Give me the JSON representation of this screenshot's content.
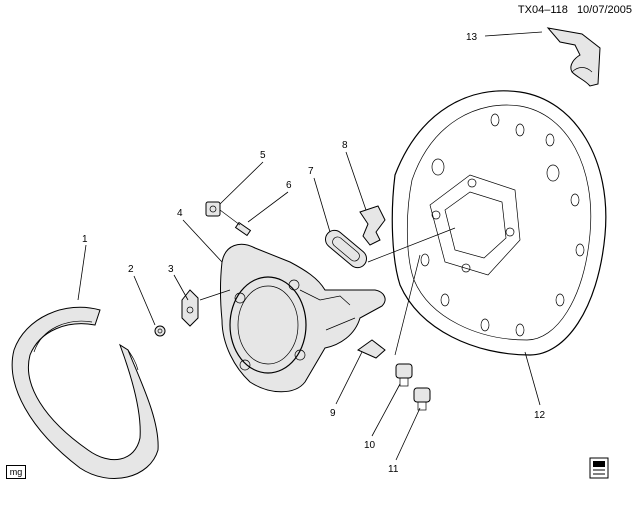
{
  "header": {
    "diagram_code": "TX04–118",
    "date": "10/07/2005"
  },
  "footer": {
    "mg_label": "mg"
  },
  "callouts": [
    "1",
    "2",
    "3",
    "4",
    "5",
    "6",
    "7",
    "8",
    "9",
    "10",
    "11",
    "12",
    "13"
  ],
  "icons": {
    "bottom_right": "parts-catalog-icon"
  }
}
